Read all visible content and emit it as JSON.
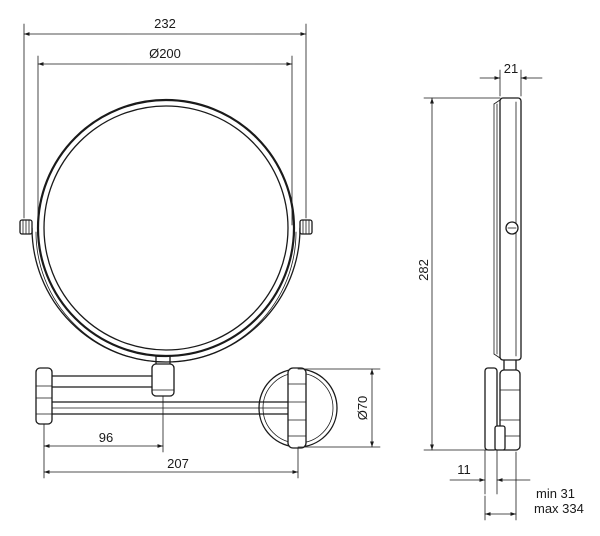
{
  "drawing": {
    "front_view": {
      "overall_width": "232",
      "mirror_diameter": "Ø200",
      "arm_segment": "96",
      "arm_length": "207",
      "base_diameter": "Ø70"
    },
    "side_view": {
      "depth": "21",
      "height": "282",
      "base_thickness": "11",
      "projection_min": "min 31",
      "projection_max": "max 334"
    }
  }
}
